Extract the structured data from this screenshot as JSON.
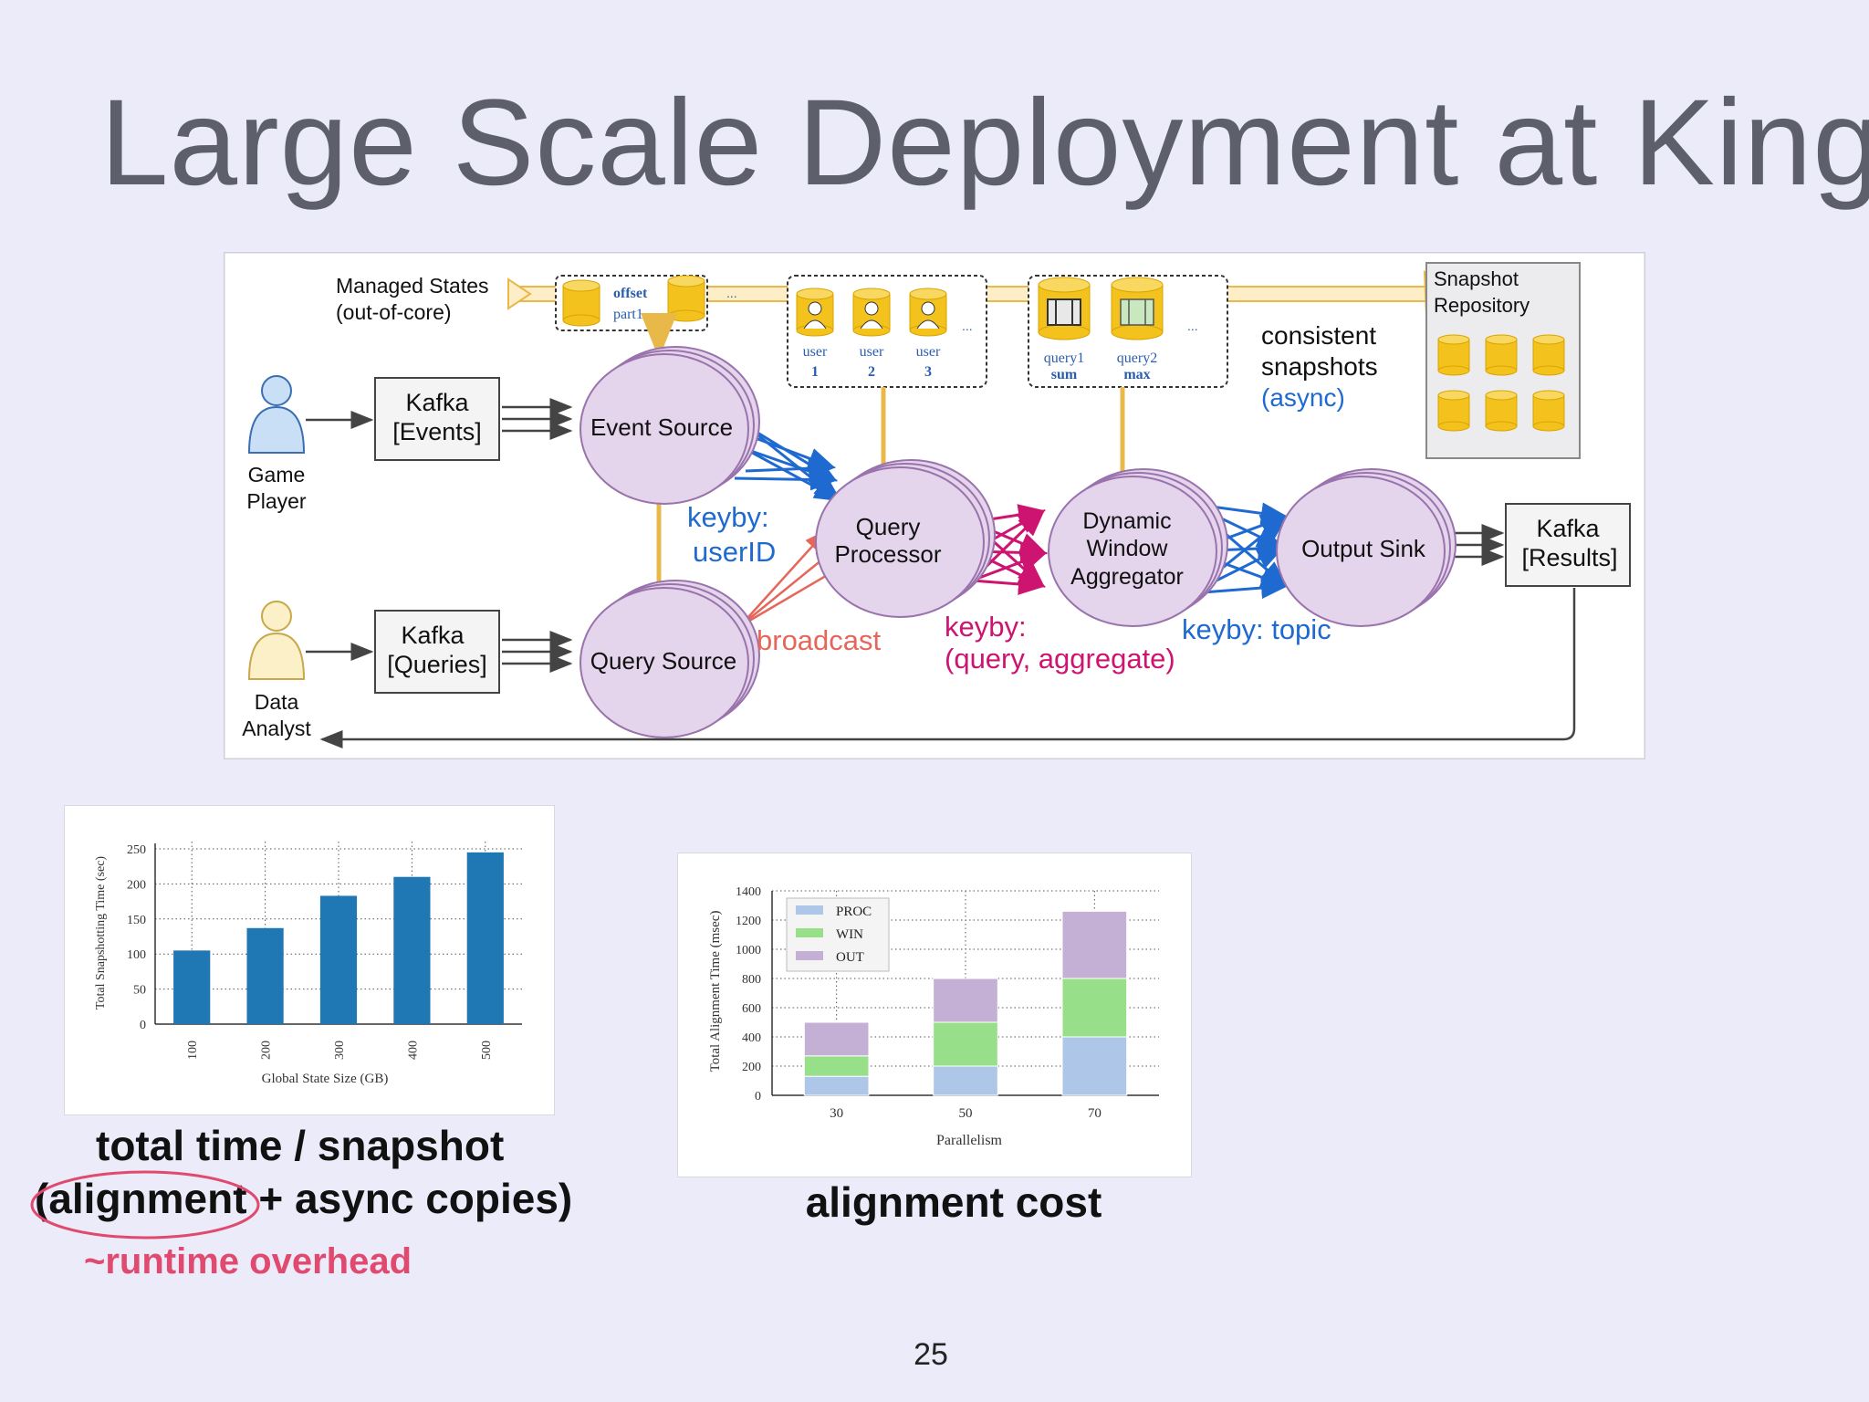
{
  "slide": {
    "title": "Large Scale Deployment at King",
    "page_number": "25"
  },
  "diagram": {
    "managed_states_line1": "Managed States",
    "managed_states_line2": "(out-of-core)",
    "offset_label": "offset",
    "part_label": "part1",
    "ellipsis": "...",
    "user_label": "user",
    "user1_num": "1",
    "user2_num": "2",
    "user3_num": "3",
    "query1_label": "query1",
    "query1_sub": "sum",
    "query2_label": "query2",
    "query2_sub": "max",
    "consistent_line1": "consistent",
    "consistent_line2": "snapshots",
    "consistent_line3": "(async)",
    "snapshot_repo_line1": "Snapshot",
    "snapshot_repo_line2": "Repository",
    "game_player_line1": "Game",
    "game_player_line2": "Player",
    "data_analyst_line1": "Data",
    "data_analyst_line2": "Analyst",
    "kafka_events_line1": "Kafka",
    "kafka_events_line2": "[Events]",
    "kafka_queries_line1": "Kafka",
    "kafka_queries_line2": "[Queries]",
    "kafka_results_line1": "Kafka",
    "kafka_results_line2": "[Results]",
    "event_source": "Event Source",
    "query_source": "Query Source",
    "query_processor_line1": "Query",
    "query_processor_line2": "Processor",
    "dwa_line1": "Dynamic",
    "dwa_line2": "Window",
    "dwa_line3": "Aggregator",
    "output_sink": "Output Sink",
    "keyby_userid_line1": "keyby:",
    "keyby_userid_line2": "userID",
    "broadcast": "broadcast",
    "keyby_query_line1": "keyby:",
    "keyby_query_line2": "(query, aggregate)",
    "keyby_topic": "keyby: topic",
    "colors": {
      "blue_edge": "#1f6ad0",
      "magenta_edge": "#cc1470",
      "salmon_edge": "#e5665a",
      "state_yellow": "#f3c21d",
      "node_fill": "#e4d4ec",
      "node_stroke": "#9a73ad"
    }
  },
  "charts": {
    "chart1_caption_line1": "total time / snapshot",
    "chart1_caption_line2": "(alignment + async copies)",
    "chart1_caption_line3": "~runtime overhead",
    "chart2_caption": "alignment cost"
  },
  "chart_data": [
    {
      "type": "bar",
      "xlabel": "Global State Size (GB)",
      "ylabel": "Total Snapshotting Time (sec)",
      "categories": [
        "100",
        "200",
        "300",
        "400",
        "500"
      ],
      "values": [
        105,
        137,
        183,
        210,
        245
      ],
      "ylim": [
        0,
        250
      ],
      "yticks": [
        0,
        50,
        100,
        150,
        200,
        250
      ],
      "grid": true,
      "color": "#1f77b4"
    },
    {
      "type": "bar",
      "stacked": true,
      "xlabel": "Parallelism",
      "ylabel": "Total Alignment Time (msec)",
      "categories": [
        "30",
        "50",
        "70"
      ],
      "series": [
        {
          "name": "PROC",
          "values": [
            130,
            200,
            400
          ],
          "color": "#aec7e8"
        },
        {
          "name": "WIN",
          "values": [
            140,
            300,
            400
          ],
          "color": "#98df8a"
        },
        {
          "name": "OUT",
          "values": [
            230,
            300,
            460
          ],
          "color": "#c5b0d5"
        }
      ],
      "ylim": [
        0,
        1400
      ],
      "yticks": [
        0,
        200,
        400,
        600,
        800,
        1000,
        1200,
        1400
      ],
      "grid": true,
      "legend": "top-left"
    }
  ]
}
